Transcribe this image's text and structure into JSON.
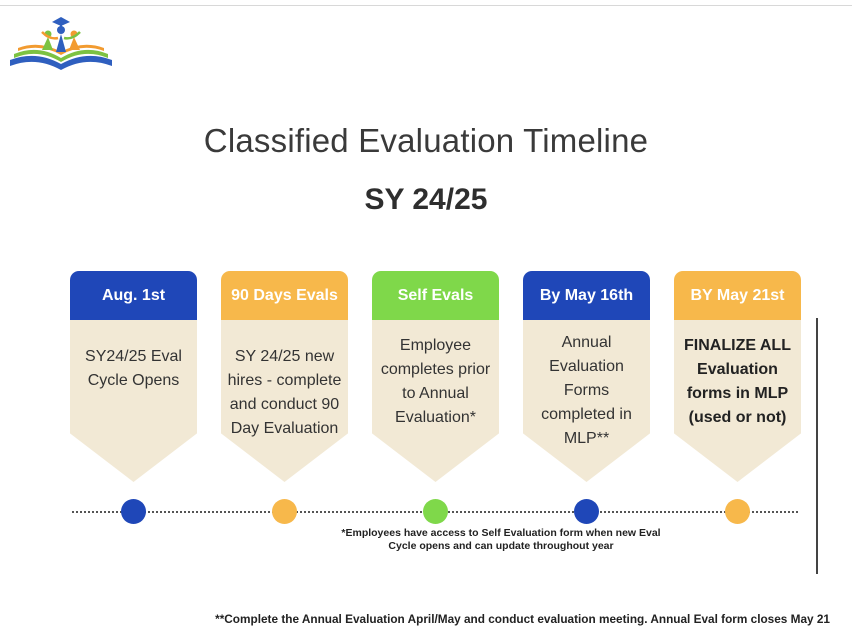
{
  "header": {
    "title": "Classified Evaluation Timeline",
    "subtitle": "SY 24/25"
  },
  "colors": {
    "blue": "#1f47b8",
    "orange": "#f7b84b",
    "green": "#7fd84a",
    "card_body": "#f2e9d5"
  },
  "steps": [
    {
      "header": "Aug. 1st",
      "body": "SY24/25 Eval Cycle Opens",
      "color": "#1f47b8"
    },
    {
      "header": "90 Days Evals",
      "body": "SY 24/25 new hires - complete and conduct 90 Day Evaluation",
      "color": "#f7b84b"
    },
    {
      "header": "Self Evals",
      "body": "Employee completes prior to Annual Evaluation*",
      "color": "#7fd84a"
    },
    {
      "header": "By May 16th",
      "body": "Annual Evaluation Forms completed in MLP**",
      "color": "#1f47b8"
    },
    {
      "header": "BY May 21st",
      "body": "FINALIZE ALL Evaluation forms in MLP (used or not)",
      "color": "#f7b84b"
    }
  ],
  "notes": {
    "self_eval_line1": "*Employees have access to Self Evaluation form when new Eval",
    "self_eval_line2": "Cycle opens and can update throughout year",
    "annual": "**Complete the Annual Evaluation April/May and conduct evaluation meeting. Annual Eval form closes May 21"
  }
}
